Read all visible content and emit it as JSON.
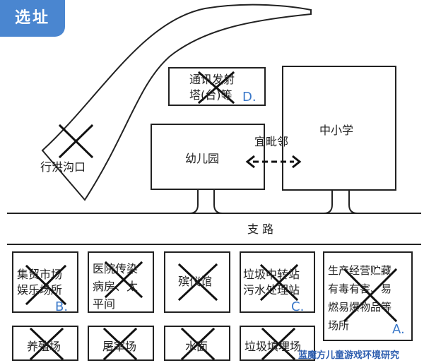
{
  "title": "选址",
  "road_label": "支 路",
  "top": {
    "tower": [
      "通讯发射",
      "塔(台)等"
    ],
    "tower_marker": "D.",
    "kindergarten": "幼儿园",
    "school": "中小学",
    "adjacent": "宜毗邻",
    "flood": "行洪沟口"
  },
  "bottom": {
    "market": [
      "集贸市场",
      "娱乐场所"
    ],
    "market_marker": "B.",
    "hospital": [
      "医院传染",
      "病房、太",
      "平间"
    ],
    "funeral": "殡仪馆",
    "garbage": [
      "垃圾中转站",
      "污水处理站"
    ],
    "garbage_marker": "C.",
    "hazard": [
      "生产经营贮藏",
      "有毒有害、易",
      "燃易爆物品等",
      "场所"
    ],
    "hazard_marker": "A.",
    "farm": "养殖场",
    "slaughter": "屠宰场",
    "pool": "水面",
    "landfill": "垃圾填埋场"
  },
  "watermark": "蓝魔方儿童游戏环境研究"
}
